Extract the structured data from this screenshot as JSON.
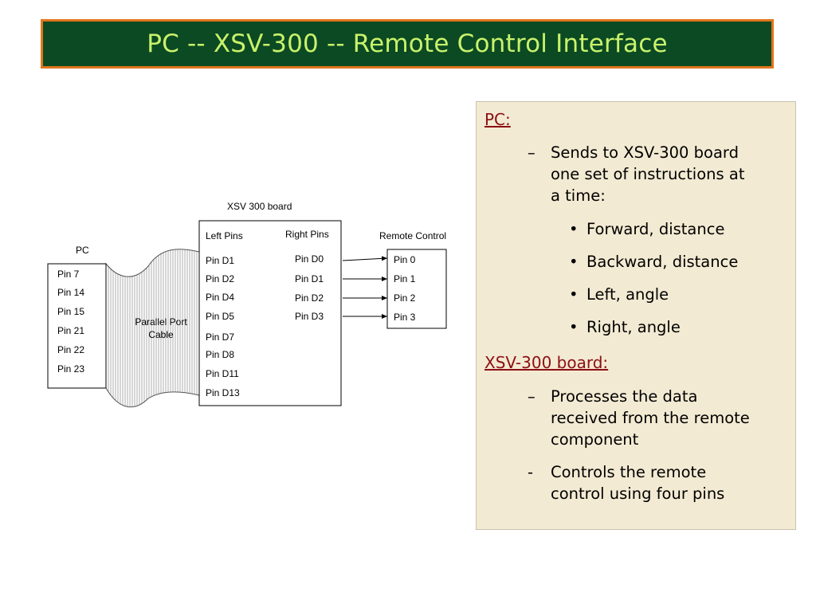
{
  "title": "PC -- XSV-300 -- Remote Control Interface",
  "diagram": {
    "pc_label": "PC",
    "pc_pins": [
      "Pin 7",
      "Pin 14",
      "Pin 15",
      "Pin 21",
      "Pin 22",
      "Pin 23"
    ],
    "cable_label_1": "Parallel Port",
    "cable_label_2": "Cable",
    "board_label": "XSV 300 board",
    "left_pins_header": "Left Pins",
    "right_pins_header": "Right Pins",
    "left_pins": [
      "Pin D1",
      "Pin D2",
      "Pin D4",
      "Pin D5",
      "Pin D7",
      "Pin D8",
      "Pin D11",
      "Pin D13"
    ],
    "right_pins": [
      "Pin D0",
      "Pin D1",
      "Pin D2",
      "Pin D3"
    ],
    "remote_label": "Remote Control",
    "remote_pins": [
      "Pin 0",
      "Pin 1",
      "Pin 2",
      "Pin 3"
    ]
  },
  "panel": {
    "pc_heading": "PC:",
    "pc_dash": "–",
    "pc_item_lines": [
      "Sends to XSV-300 board",
      "one set of instructions at",
      "a time:"
    ],
    "bullet": "•",
    "pc_bullets": [
      "Forward, distance",
      "Backward, distance",
      "Left, angle",
      "Right, angle"
    ],
    "board_heading": "XSV-300 board:",
    "board_dash_1": "–",
    "board_item_1_lines": [
      "Processes the data",
      "received from the remote",
      "component"
    ],
    "board_dash_2": "-",
    "board_item_2_lines": [
      "Controls the remote",
      "control using four pins"
    ]
  },
  "colors": {
    "title_bg": "#0b4a23",
    "title_border": "#e2761c",
    "title_text": "#c9f26b",
    "panel_bg": "#f3ead3",
    "heading_red": "#8b0f14"
  }
}
